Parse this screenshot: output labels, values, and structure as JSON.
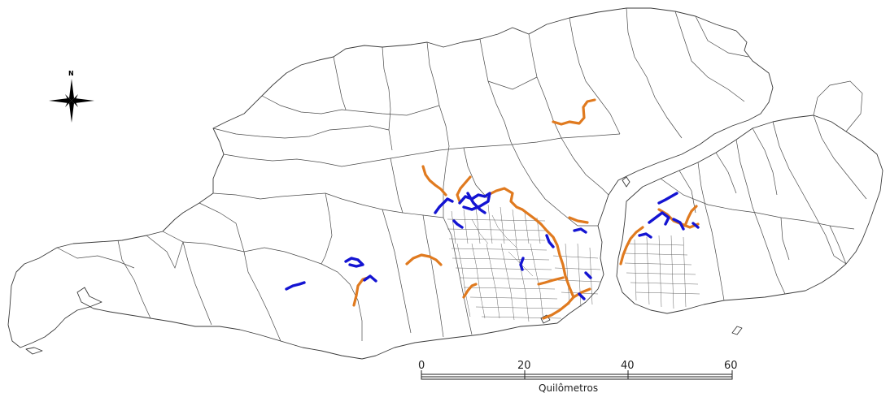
{
  "map": {
    "compass": {
      "label": "N",
      "icon": "north-arrow-compass-icon"
    },
    "scale_bar": {
      "ticks": [
        "0",
        "20",
        "40",
        "60"
      ],
      "unit": "Quilômetros"
    },
    "colors": {
      "route_orange": "#e07a1f",
      "route_blue": "#1414d2",
      "boundary": "#3a3a3a",
      "background": "#ffffff"
    }
  }
}
